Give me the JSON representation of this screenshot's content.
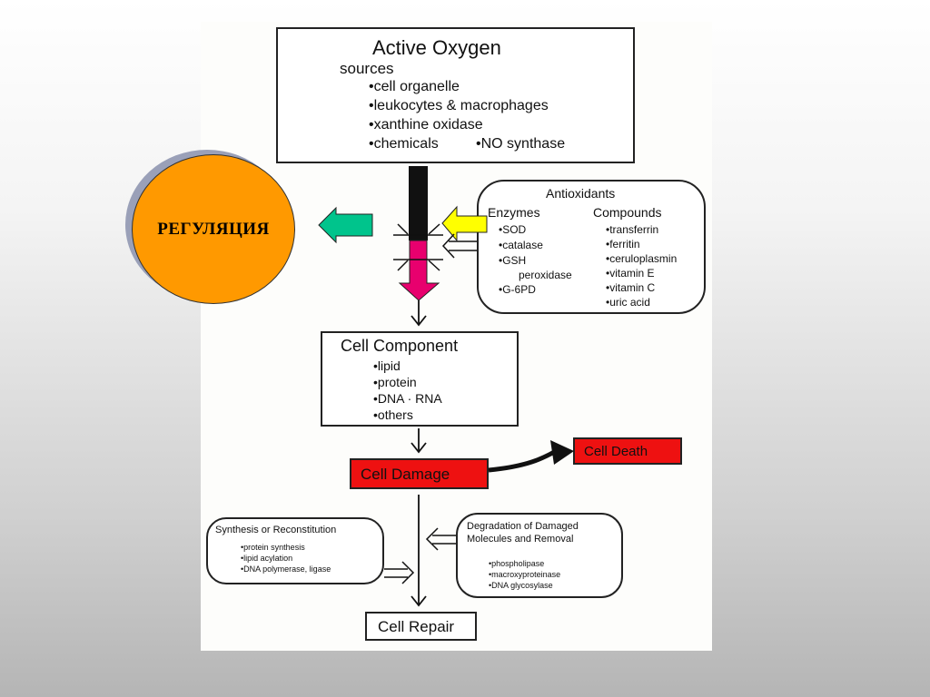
{
  "regulation_label": "РЕГУЛЯЦИЯ",
  "active_oxygen": {
    "title": "Active Oxygen",
    "subtitle": "sources",
    "items": [
      "cell organelle",
      "leukocytes & macrophages",
      "xanthine oxidase",
      "chemicals"
    ],
    "extra_item": "NO synthase"
  },
  "antioxidants": {
    "title": "Antioxidants",
    "enzymes_header": "Enzymes",
    "compounds_header": "Compounds",
    "enzymes": [
      "SOD",
      "catalase",
      "GSH",
      "peroxidase",
      "G-6PD"
    ],
    "compounds": [
      "transferrin",
      "ferritin",
      "ceruloplasmin",
      "vitamin E",
      "vitamin C",
      "uric acid"
    ]
  },
  "cell_component": {
    "title": "Cell Component",
    "items": [
      "lipid",
      "protein",
      "DNA · RNA",
      "others"
    ]
  },
  "cell_damage": "Cell Damage",
  "cell_death": "Cell Death",
  "synthesis": {
    "title": "Synthesis or Reconstitution",
    "items": [
      "protein synthesis",
      "lipid acylation",
      "DNA polymerase, ligase"
    ]
  },
  "degradation": {
    "title_line1": "Degradation of Damaged",
    "title_line2": "Molecules and Removal",
    "items": [
      "phospholipase",
      "macroxyproteinase",
      "DNA glycosylase"
    ]
  },
  "cell_repair": "Cell Repair",
  "colors": {
    "regulation_circle": "#ff9900",
    "green_arrow": "#00c48c",
    "yellow_arrow": "#ffff00",
    "magenta_arrow": "#e8006e",
    "red_box": "#ee1111"
  }
}
